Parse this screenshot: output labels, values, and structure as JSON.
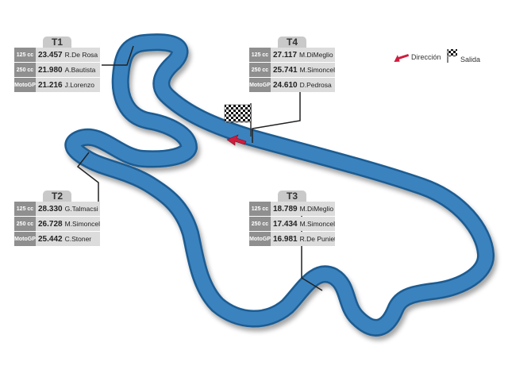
{
  "colors": {
    "track": "#3a83bf",
    "track_edge": "#1d5c92",
    "panel_bg": "#c9c9c9",
    "arrow": "#d01c3c"
  },
  "legend": {
    "direction_label": "Dirección",
    "start_label": "Salida",
    "direction_icon": "red-arrow-icon",
    "start_icon": "checkered-flag-icon"
  },
  "sectors": [
    {
      "label": "T1",
      "rows": [
        {
          "class": "125 cc",
          "time": "23.457",
          "rider": "R.De Rosa"
        },
        {
          "class": "250 cc",
          "time": "21.980",
          "rider": "A.Bautista"
        },
        {
          "class": "MotoGP",
          "time": "21.216",
          "rider": "J.Lorenzo"
        }
      ]
    },
    {
      "label": "T2",
      "rows": [
        {
          "class": "125 cc",
          "time": "28.330",
          "rider": "G.Talmacsi"
        },
        {
          "class": "250 cc",
          "time": "26.728",
          "rider": "M.Simoncelli"
        },
        {
          "class": "MotoGP",
          "time": "25.442",
          "rider": "C.Stoner"
        }
      ]
    },
    {
      "label": "T3",
      "rows": [
        {
          "class": "125 cc",
          "time": "18.789",
          "rider": "M.DiMeglio"
        },
        {
          "class": "250 cc",
          "time": "17.434",
          "rider": "M.Simoncelli"
        },
        {
          "class": "MotoGP",
          "time": "16.981",
          "rider": "R.De Puniet"
        }
      ]
    },
    {
      "label": "T4",
      "rows": [
        {
          "class": "125 cc",
          "time": "27.117",
          "rider": "M.DiMeglio"
        },
        {
          "class": "250 cc",
          "time": "25.741",
          "rider": "M.Simoncelli"
        },
        {
          "class": "MotoGP",
          "time": "24.610",
          "rider": "D.Pedrosa"
        }
      ]
    }
  ]
}
